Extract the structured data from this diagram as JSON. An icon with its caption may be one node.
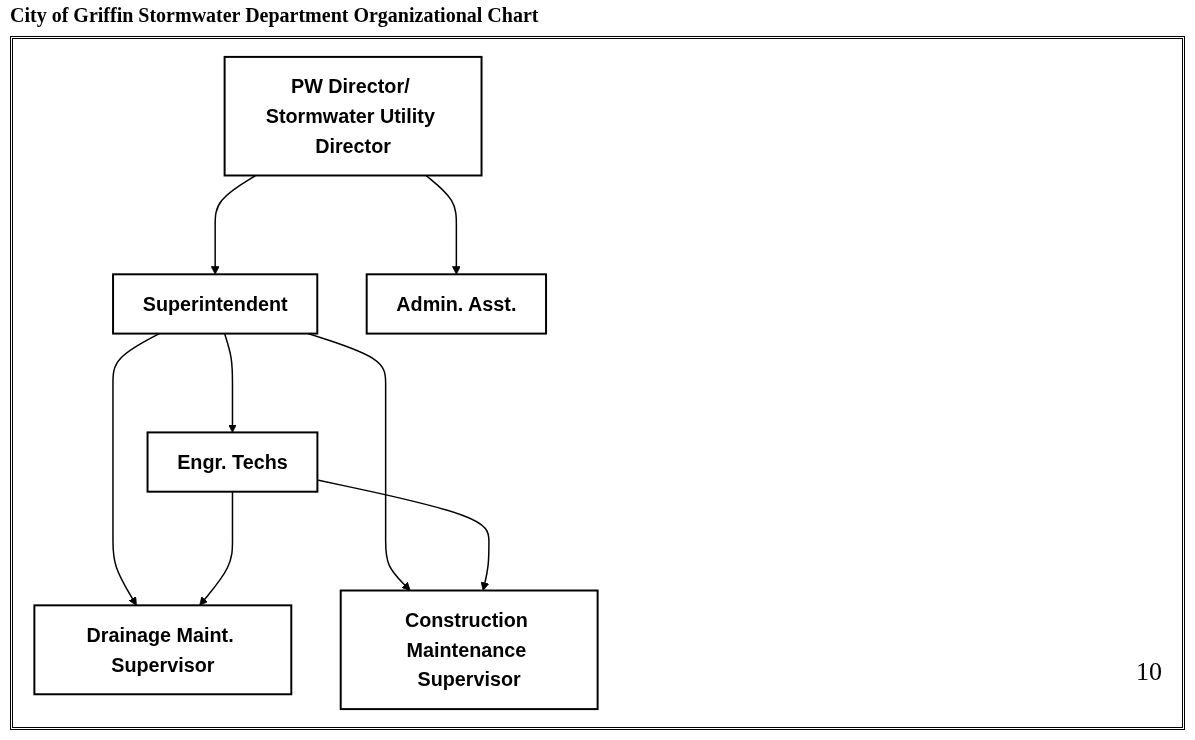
{
  "diagram": {
    "title": "City of Griffin Stormwater Department Organizational Chart",
    "nodes": [
      {
        "text": [
          "Superintendent"
        ]
      },
      {
        "text": [
          "PW Director/ Stormwater Utility Director"
        ]
      },
      {
        "text": [
          "Admin. Asst."
        ]
      },
      {
        "text": [
          "Engr. Techs"
        ]
      },
      {
        "text": [
          "Drainage Maint. Supervisor"
        ]
      },
      {
        "text": [
          "Construction Maintenance Supervisor"
        ]
      }
    ],
    "edges": [
      {
        "from": 1,
        "to": 0,
        "arrow": "to"
      },
      {
        "from": 1,
        "to": 2,
        "arrow": "to"
      },
      {
        "from": 0,
        "to": 3,
        "arrow": "to"
      },
      {
        "from": 0,
        "to": 4,
        "arrow": "to"
      },
      {
        "from": 0,
        "to": 5,
        "arrow": "to"
      },
      {
        "from": 3,
        "to": 4,
        "arrow": "to"
      },
      {
        "from": 3,
        "to": 5,
        "arrow": "to"
      }
    ],
    "labels": [
      "10"
    ]
  }
}
